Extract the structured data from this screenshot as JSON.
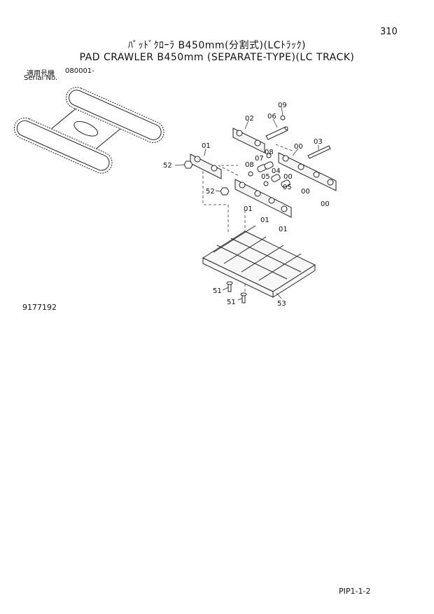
{
  "page_number": "310",
  "title_jp": "ﾊﾟｯﾄﾞｸﾛｰﾗ B450mm(分割式)(LCﾄﾗｯｸ)",
  "title_en": "PAD CRAWLER B450mm (SEPARATE-TYPE)(LC TRACK)",
  "serial_label_jp": "適用号機",
  "serial_value": "080001-",
  "serial_label_en": "Serial No.",
  "drawing_number": "9177192",
  "footer_code": "PIP1-1-2",
  "callouts": {
    "c09": "09",
    "c06": "06",
    "c02": "02",
    "c03": "03",
    "c01a": "01",
    "c00a": "00",
    "c08a": "08",
    "c07": "07",
    "c52a": "52",
    "c08b": "08",
    "c04": "04",
    "c05a": "05",
    "c05b": "05",
    "c00b": "00",
    "c00c": "00",
    "c00d": "00",
    "c52b": "52",
    "c01b": "01",
    "c01c": "01",
    "c01d": "01",
    "c51a": "51",
    "c51b": "51",
    "c53": "53"
  }
}
